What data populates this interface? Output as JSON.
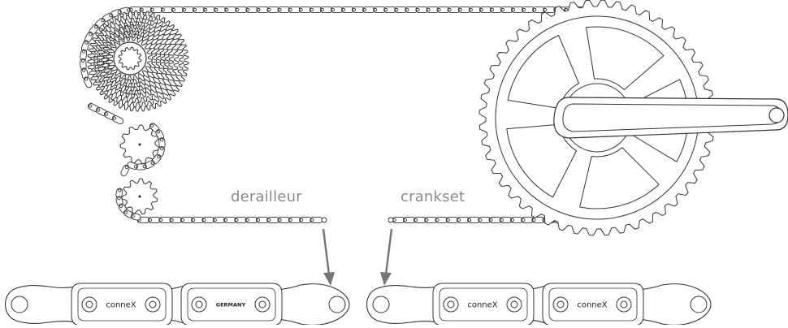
{
  "labels": {
    "derailleur": "derailleur",
    "crankset": "crankset"
  },
  "link_stamps": {
    "left_link_1": "conneX",
    "left_link_2": "GERMANY",
    "right_link_1": "conneX",
    "right_link_2": "conneX"
  },
  "colors": {
    "line": "#333333",
    "arrow": "#777777",
    "label": "#8a8a8a"
  },
  "icons": [
    "cassette-icon",
    "chainring-icon",
    "crank-arm-icon",
    "jockey-wheel-icon",
    "chain-icon",
    "arrow-icon"
  ]
}
